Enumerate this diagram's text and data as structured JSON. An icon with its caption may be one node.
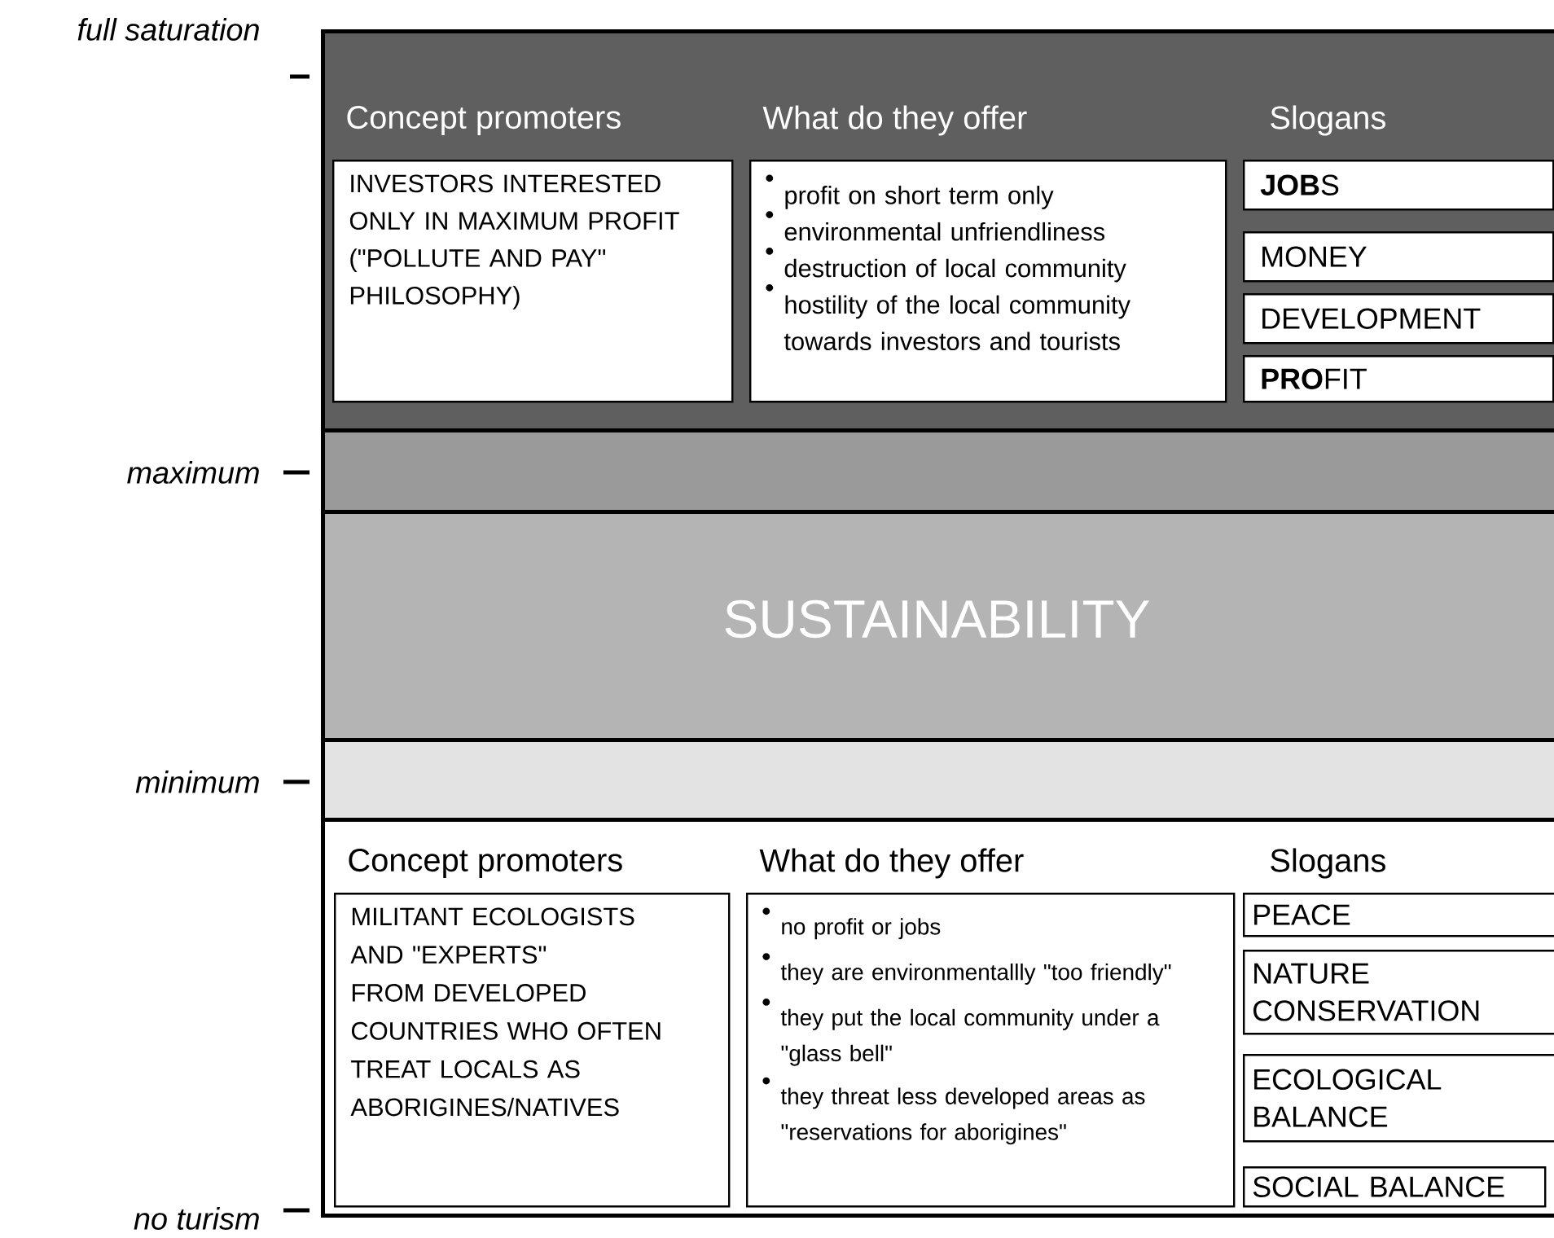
{
  "diagram": {
    "nodes": [
      {
        "text": [
          "Slogans"
        ]
      },
      {
        "text": [
          "Concept promoters",
          "INVESTORS INTERESTED ONLY IN MAXIMUM PROFIT (\"POLLUTE AND PAY\" PHILOSOPHY)"
        ],
        "in": 0
      },
      {
        "text": [
          "What do they offer",
          "profit on short term only",
          "environmental unfriendliness",
          "destruction of local community",
          "hostility of the local community towards investors and tourists"
        ],
        "in": 0
      },
      {
        "text": [
          "**JOB**S"
        ],
        "in": 0
      },
      {
        "text": [
          "MONEY"
        ],
        "in": 0
      },
      {
        "text": [
          "DEVELOPMENT"
        ],
        "in": 0
      },
      {
        "text": [
          "**PRO**FIT"
        ],
        "in": 0
      },
      {
        "text": [],
        "shape": "band"
      },
      {
        "text": [
          "SUSTAINABILITY"
        ]
      },
      {
        "text": [],
        "shape": "band"
      },
      {
        "text": [
          "Slogans"
        ]
      },
      {
        "text": [
          "Concept promoters",
          "MILITANT ECOLOGISTS AND \"EXPERTS\" FROM DEVELOPED COUNTRIES WHO OFTEN TREAT LOCALS AS ABORIGINES/NATIVES"
        ],
        "in": 10
      },
      {
        "text": [
          "What do they offer",
          "no profit or jobs",
          "they are environmentallly \"too friendly\"",
          "they put the local community under a \"glass bell\"",
          "they threat less developed areas as \"reservations for aborigines\""
        ],
        "in": 10
      },
      {
        "text": [
          "PEACE"
        ],
        "in": 10
      },
      {
        "text": [
          "NATURE CONSERVATION"
        ],
        "in": 10
      },
      {
        "text": [
          "ECOLOGICAL BALANCE"
        ],
        "in": 10
      },
      {
        "text": [
          "SOCIAL BALANCE"
        ],
        "in": 10
      }
    ],
    "labels": [
      "full saturation",
      "maximum",
      "minimum",
      "no turism"
    ]
  }
}
